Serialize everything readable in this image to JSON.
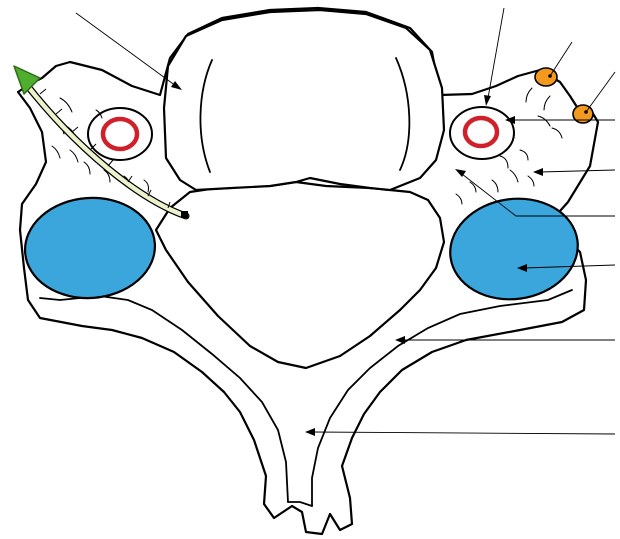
{
  "figure": {
    "type": "anatomical-diagram",
    "subject": "vertebra-superior-view",
    "label_text_visible": false
  },
  "colors": {
    "outline": "#000000",
    "bone_fill": "#ffffff",
    "articular_facet": "#3aa6dc",
    "foramen_ring": "#d0202a",
    "tubercle": "#f39a1e",
    "probe_tube": "#eaf3cc",
    "probe_tip": "#4fae2e"
  },
  "leaders": [
    {
      "id": "vertebral-body"
    },
    {
      "id": "transverse-foramen"
    },
    {
      "id": "anterior-tubercle"
    },
    {
      "id": "posterior-tubercle"
    },
    {
      "id": "foramen-ring"
    },
    {
      "id": "transverse-process"
    },
    {
      "id": "pedicle"
    },
    {
      "id": "superior-articular-facet"
    },
    {
      "id": "lamina"
    },
    {
      "id": "spinous-process"
    }
  ]
}
